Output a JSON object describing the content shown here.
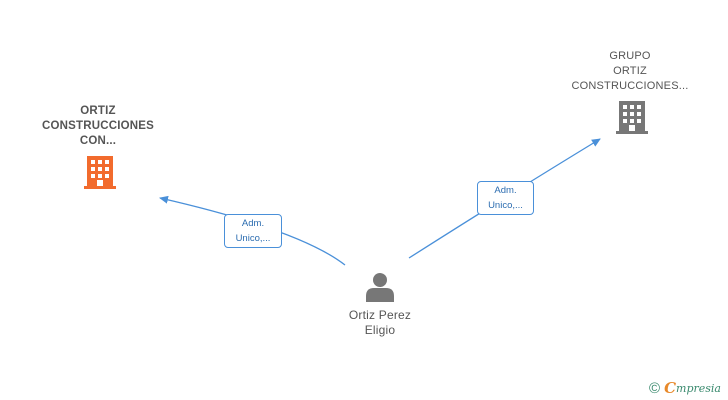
{
  "nodes": {
    "company_main": {
      "lines": [
        "ORTIZ",
        "CONSTRUCCIONES",
        "CON..."
      ],
      "color": "#f26b2d"
    },
    "company_group": {
      "lines": [
        "GRUPO",
        "ORTIZ",
        "CONSTRUCCIONES..."
      ],
      "color": "#777777"
    },
    "person": {
      "lines": [
        "Ortiz Perez",
        "Eligio"
      ],
      "color": "#777777"
    }
  },
  "edges": {
    "to_main": {
      "lines": [
        "Adm.",
        "Unico,..."
      ]
    },
    "to_group": {
      "lines": [
        "Adm.",
        "Unico,..."
      ]
    },
    "color": "#4a90d9"
  },
  "footer": {
    "copyright": "©",
    "brand_first": "C",
    "brand_rest": "mpresia"
  }
}
